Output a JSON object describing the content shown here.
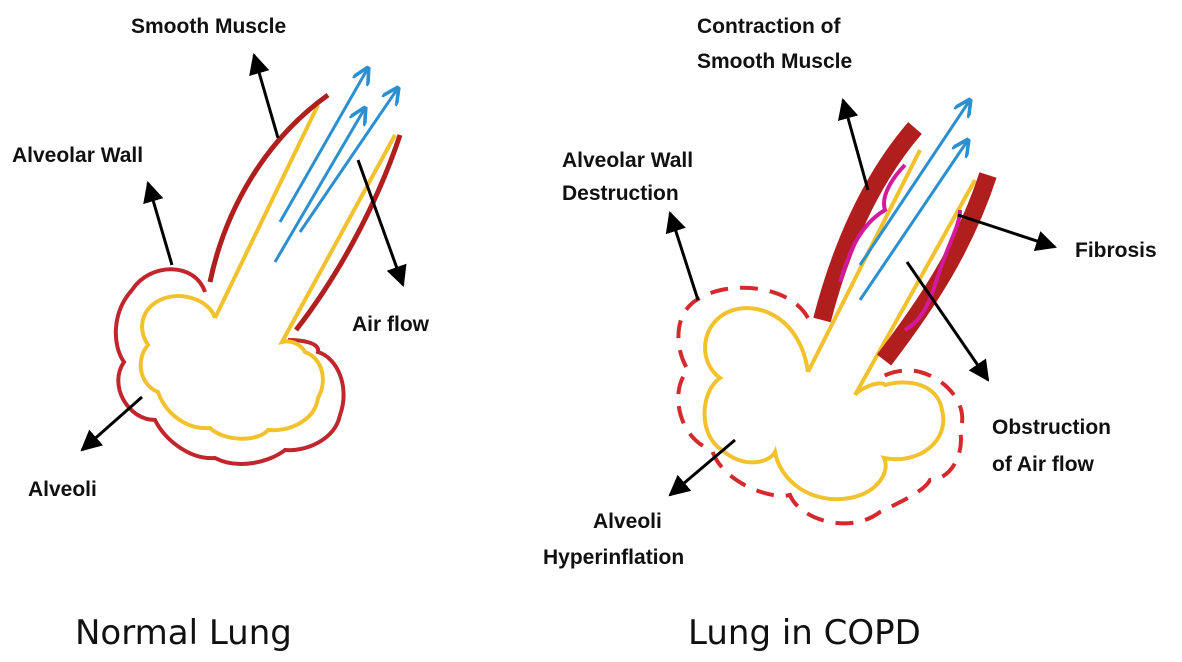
{
  "colors": {
    "yellow": "#f2c12e",
    "red": "#c0272d",
    "dark_red": "#b01e1e",
    "blue": "#2b8fd0",
    "magenta": "#d21a9b",
    "arrow": "#000000"
  },
  "normal": {
    "title": "Normal Lung",
    "labels": {
      "smooth_muscle": "Smooth Muscle",
      "alveolar_wall": "Alveolar Wall",
      "air_flow": "Air flow",
      "alveoli": "Alveoli"
    }
  },
  "copd": {
    "title": "Lung in COPD",
    "labels": {
      "contraction_line1": "Contraction of",
      "contraction_line2": "Smooth Muscle",
      "wall_destruction_line1": "Alveolar Wall",
      "wall_destruction_line2": "Destruction",
      "fibrosis": "Fibrosis",
      "obstruction_line1": "Obstruction",
      "obstruction_line2": "of Air flow",
      "hyperinflation_line1": "Alveoli",
      "hyperinflation_line2": "Hyperinflation"
    }
  }
}
